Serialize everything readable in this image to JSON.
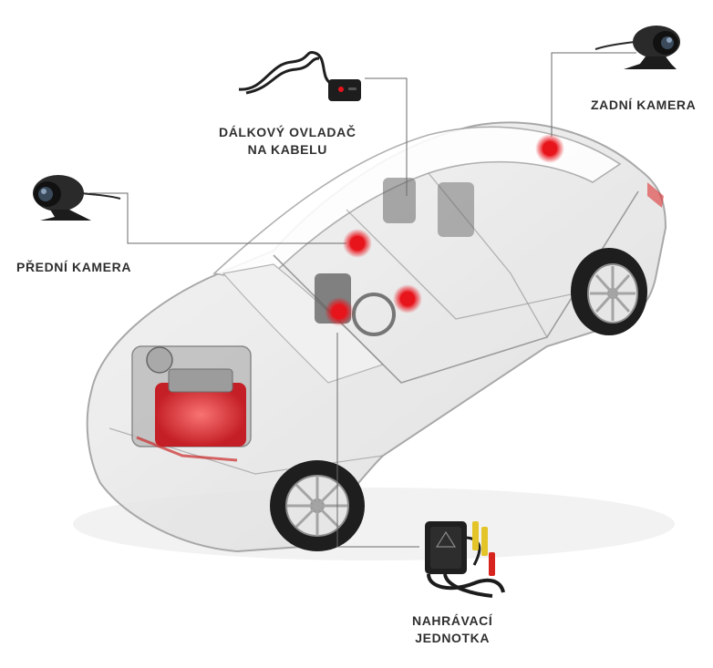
{
  "labels": {
    "front_camera": "PŘEDNÍ KAMERA",
    "remote_line1": "DÁLKOVÝ OVLADAČ",
    "remote_line2": "NA KABELU",
    "rear_camera": "ZADNÍ KAMERA",
    "recorder_line1": "NAHRÁVACÍ",
    "recorder_line2": "JEDNOTKA"
  },
  "colors": {
    "marker": "#e8141c",
    "leader": "#6a6a6a",
    "label": "#2f2f2f"
  },
  "icons": [
    "front-camera-icon",
    "wired-remote-icon",
    "rear-camera-icon",
    "recorder-unit-icon",
    "car-illustration"
  ]
}
